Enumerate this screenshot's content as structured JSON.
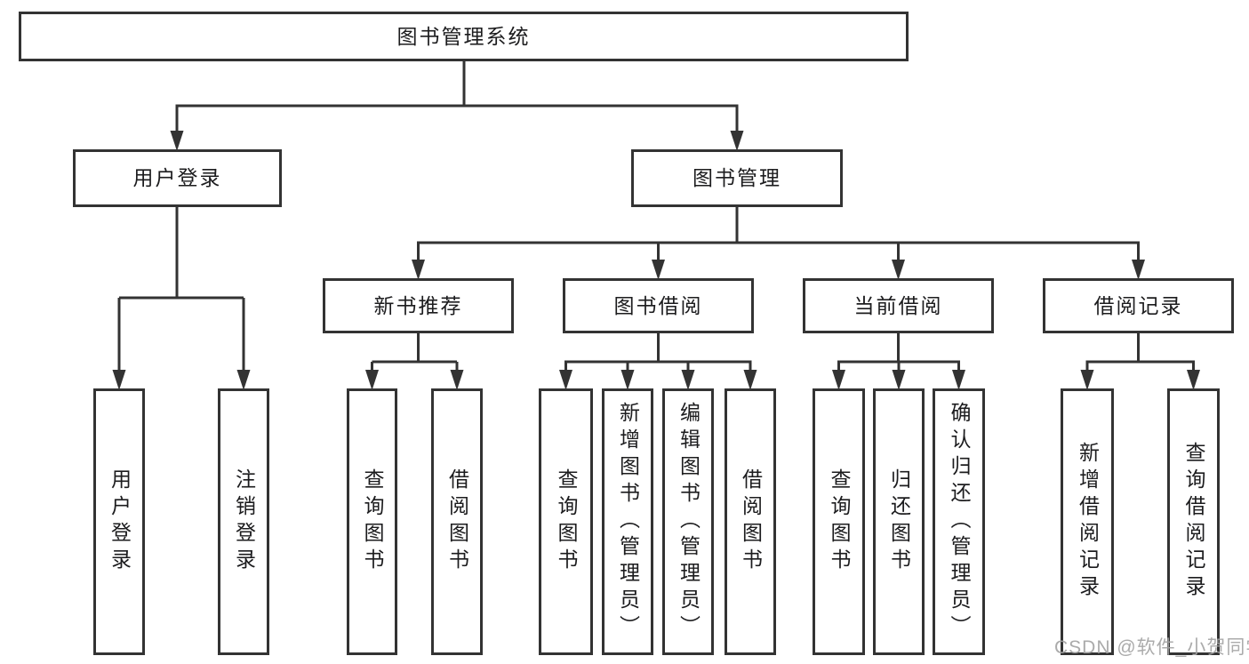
{
  "diagram": {
    "root": {
      "label": "图书管理系统"
    },
    "level2": [
      {
        "label": "用户登录"
      },
      {
        "label": "图书管理"
      }
    ],
    "level3": [
      {
        "label": "新书推荐"
      },
      {
        "label": "图书借阅"
      },
      {
        "label": "当前借阅"
      },
      {
        "label": "借阅记录"
      }
    ],
    "leaves": {
      "user": [
        "用户登录",
        "注销登录"
      ],
      "recommend": [
        "查询图书",
        "借阅图书"
      ],
      "borrow": [
        "查询图书",
        "新增图书（管理员）",
        "编辑图书（管理员）",
        "借阅图书"
      ],
      "current": [
        "查询图书",
        "归还图书",
        "确认归还（管理员）"
      ],
      "records": [
        "新增借阅记录",
        "查询借阅记录"
      ]
    },
    "watermark": "CSDN @软件_小贺同学",
    "colors": {
      "line": "#333333",
      "text": "#1c1c1e",
      "watermark": "#a4a4a4"
    }
  }
}
